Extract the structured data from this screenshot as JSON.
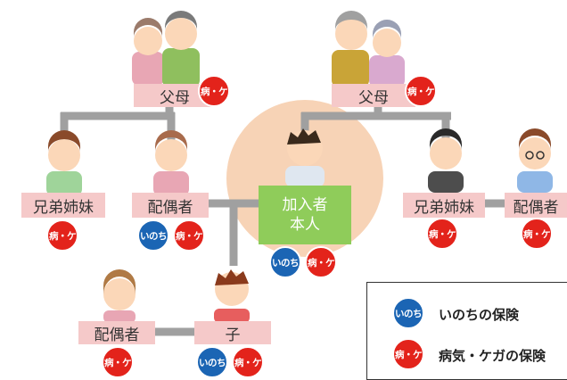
{
  "labels": {
    "paternal_parents": "父母",
    "maternal_parents": "父母",
    "sibling_left": "兄弟姉妹",
    "spouse": "配偶者",
    "sibling_right": "兄弟姉妹",
    "sibling_spouse": "配偶者",
    "self_line1": "加入者",
    "self_line2": "本人",
    "child": "子",
    "child_spouse": "配偶者"
  },
  "badges": {
    "life": "いのち",
    "medical": "病・ケ"
  },
  "legend": {
    "life_badge": "いのち",
    "life_text": "いのちの保険",
    "medical_badge": "病・ケ",
    "medical_text": "病気・ケガの保険"
  },
  "colors": {
    "label_bg": "#f5c9c9",
    "self_bg": "#8fcc5a",
    "self_circle": "#f7d3b6",
    "connector": "#a0a0a0",
    "life_badge": "#1b65b4",
    "medical_badge": "#e3231b"
  }
}
